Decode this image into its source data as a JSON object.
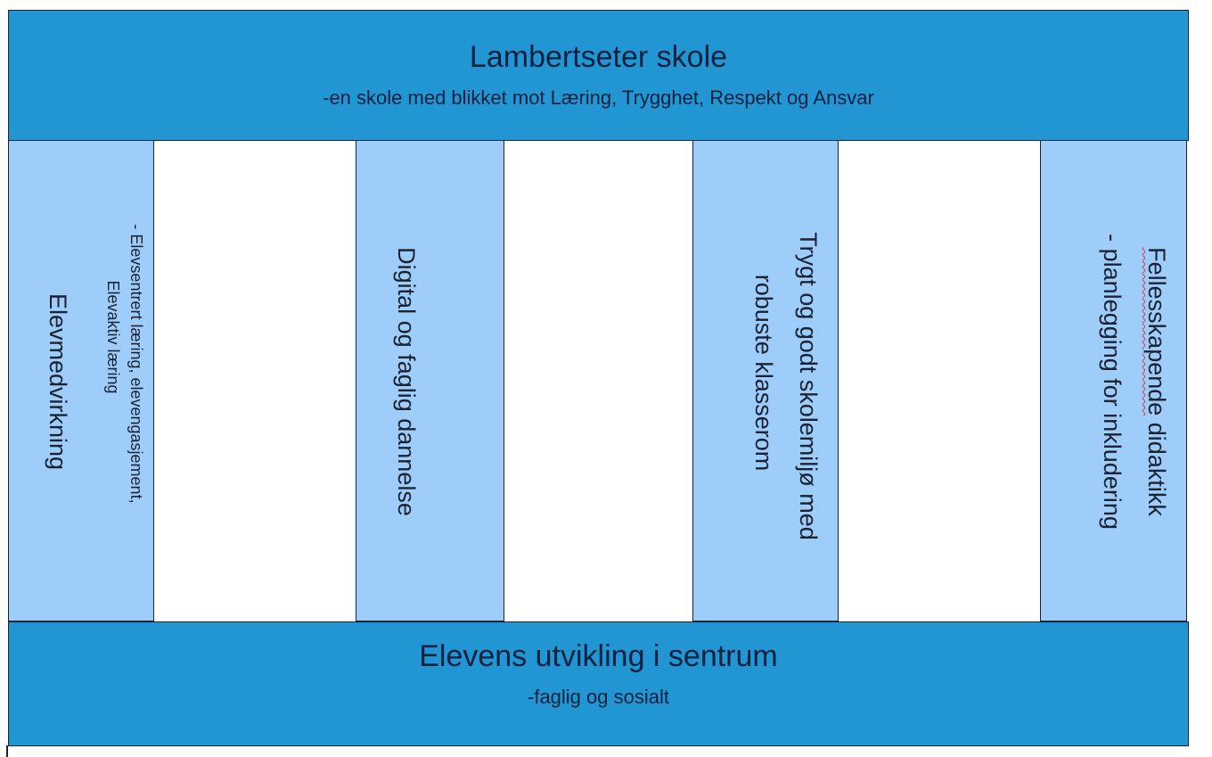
{
  "header": {
    "title": "Lambertseter  skole",
    "subtitle": "-en skole med blikket mot Læring, Trygghet, Respekt og Ansvar"
  },
  "pillars": [
    {
      "title": "Elevmedvirkning",
      "subtitle_line1": "- Elevsentrert  læring, elevengasjement,",
      "subtitle_line2": "Elevaktiv læring"
    },
    {
      "title": "Digital og faglig dannelse"
    },
    {
      "title_line1": "Trygt og godt skolemiljø med",
      "title_line2": "robuste klasserom"
    },
    {
      "title_word1": "Fellesskapende",
      "title_rest": " didaktikk",
      "subtitle": "- planlegging for inkludering"
    }
  ],
  "footer": {
    "title": "Elevens  utvikling i sentrum",
    "subtitle": "-faglig og sosialt"
  },
  "colors": {
    "band": "#2196d3",
    "pillar": "#9ecdf9",
    "border": "#16233a",
    "text": "#0e2140"
  }
}
